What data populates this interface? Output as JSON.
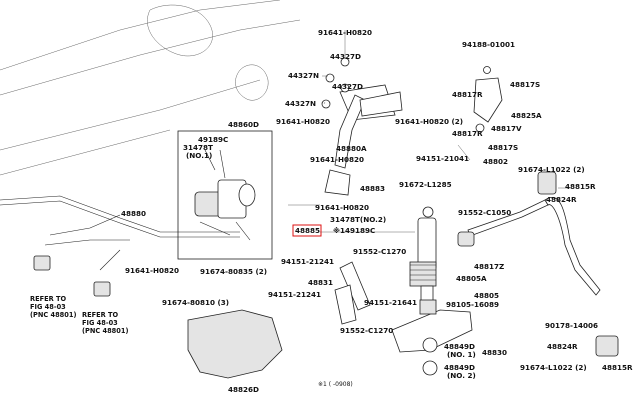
{
  "labels": [
    {
      "id": "l1",
      "text": "91641-H0820"
    },
    {
      "id": "l2",
      "text": "44327D"
    },
    {
      "id": "l3",
      "text": "44327N"
    },
    {
      "id": "l4",
      "text": "44327D"
    },
    {
      "id": "l5",
      "text": "44327N"
    },
    {
      "id": "l6",
      "text": "48860D"
    },
    {
      "id": "l7",
      "text": "91641-H0820"
    },
    {
      "id": "l8",
      "text": "49189C"
    },
    {
      "id": "l9",
      "text": "31478T"
    },
    {
      "id": "l10",
      "text": "(NO.1)"
    },
    {
      "id": "l11",
      "text": "48880A"
    },
    {
      "id": "l12",
      "text": "48883"
    },
    {
      "id": "l13",
      "text": "48880"
    },
    {
      "id": "l14",
      "text": "91641-H0820"
    },
    {
      "id": "l15",
      "text": "31478T(NO.2)"
    },
    {
      "id": "l16",
      "text": "48885"
    },
    {
      "id": "l17",
      "text": "※149189C"
    },
    {
      "id": "l18",
      "text": "91674-80835 (2)"
    },
    {
      "id": "l19",
      "text": "91641-H0820"
    },
    {
      "id": "l20",
      "text": "91552-C1270"
    },
    {
      "id": "l21",
      "text": "94151-21241"
    },
    {
      "id": "l22",
      "text": "48831"
    },
    {
      "id": "l23",
      "text": "94151-21241"
    },
    {
      "id": "l24",
      "text": "91674-80810 (3)"
    },
    {
      "id": "l25",
      "text": "94151-21641"
    },
    {
      "id": "l26",
      "text": "91552-C1270"
    },
    {
      "id": "l27",
      "text": "48826D"
    },
    {
      "id": "l28",
      "text": "94188-01001"
    },
    {
      "id": "l29",
      "text": "48817S"
    },
    {
      "id": "l30",
      "text": "48817R"
    },
    {
      "id": "l31",
      "text": "48825A"
    },
    {
      "id": "l32",
      "text": "91641-H0820 (2)"
    },
    {
      "id": "l33",
      "text": "48817R"
    },
    {
      "id": "l34",
      "text": "48817V"
    },
    {
      "id": "l35",
      "text": "48817S"
    },
    {
      "id": "l36",
      "text": "94151-21041"
    },
    {
      "id": "l37",
      "text": "48802"
    },
    {
      "id": "l38",
      "text": "91674-L1022 (2)"
    },
    {
      "id": "l39",
      "text": "91672-L1285"
    },
    {
      "id": "l40",
      "text": "48815R"
    },
    {
      "id": "l41",
      "text": "48824R"
    },
    {
      "id": "l42",
      "text": "91552-C1050"
    },
    {
      "id": "l43",
      "text": "48817Z"
    },
    {
      "id": "l44",
      "text": "48805A"
    },
    {
      "id": "l45",
      "text": "48805"
    },
    {
      "id": "l46",
      "text": "98105-16089"
    },
    {
      "id": "l47",
      "text": "90178-14006"
    },
    {
      "id": "l48",
      "text": "48849D"
    },
    {
      "id": "l49",
      "text": "(NO. 1)"
    },
    {
      "id": "l50",
      "text": "48830"
    },
    {
      "id": "l51",
      "text": "48849D"
    },
    {
      "id": "l52",
      "text": "(NO. 2)"
    },
    {
      "id": "l53",
      "text": "48824R"
    },
    {
      "id": "l54",
      "text": "91674-L1022 (2)"
    },
    {
      "id": "l55",
      "text": "48815R"
    },
    {
      "id": "l56",
      "text": "※1 (        -0908)"
    },
    {
      "id": "l57",
      "text": "91641-H0820"
    }
  ],
  "refs": [
    {
      "id": "r1",
      "lines": [
        "REFER TO",
        "FIG 48-03",
        "(PNC 48801)"
      ]
    },
    {
      "id": "r2",
      "lines": [
        "REFER TO",
        "FIG 48-03",
        "(PNC 48801)"
      ]
    }
  ]
}
